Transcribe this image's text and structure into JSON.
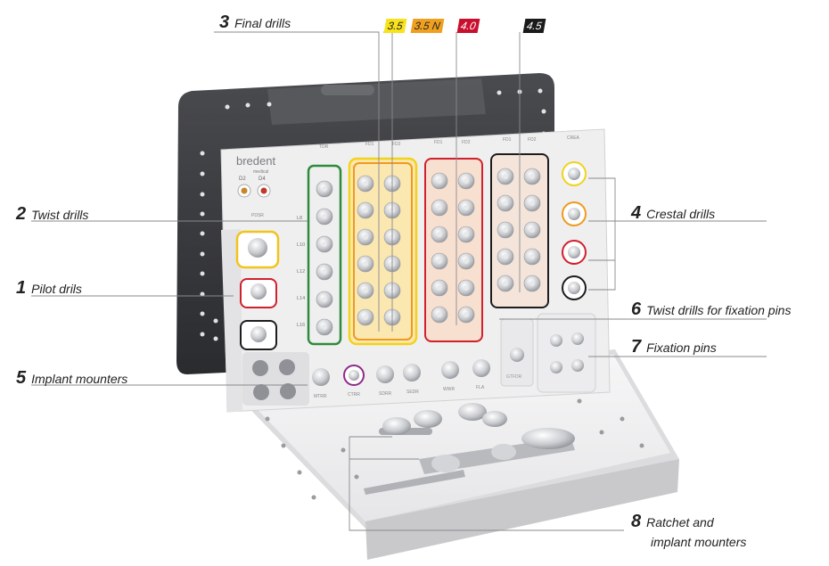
{
  "brand": "bredent",
  "brand_sub": "medical",
  "callouts": [
    {
      "num": "1",
      "label": "Pilot drils"
    },
    {
      "num": "2",
      "label": "Twist drills"
    },
    {
      "num": "3",
      "label": "Final drills"
    },
    {
      "num": "4",
      "label": "Crestal drills"
    },
    {
      "num": "5",
      "label": "Implant mounters"
    },
    {
      "num": "6",
      "label": "Twist drills for fixation pins"
    },
    {
      "num": "7",
      "label": "Fixation pins"
    },
    {
      "num": "8",
      "label": "Ratchet and"
    },
    {
      "num": "",
      "label": "implant mounters"
    }
  ],
  "sizes": [
    {
      "label": "3.5",
      "bg": "#f7e21b",
      "fg": "#222222"
    },
    {
      "label": "3.5 N",
      "bg": "#f0a021",
      "fg": "#222222"
    },
    {
      "label": "4.0",
      "bg": "#c8102e",
      "fg": "#ffffff"
    },
    {
      "label": "4.5",
      "bg": "#1a1a1a",
      "fg": "#ffffff"
    }
  ],
  "tray_labels": {
    "twist_rows": [
      "L8",
      "L10",
      "L12",
      "L14",
      "L16"
    ],
    "top_heads": [
      "TDR",
      "FD1",
      "FD2",
      "FD1",
      "FD2",
      "FD1",
      "FD2",
      "CREA"
    ],
    "mounter_labels": [
      "MTRR",
      "CTRR",
      "SDRR",
      "SEDR",
      "WWR",
      "FLA"
    ],
    "pilot_label": "PDSR",
    "fix_label": "GTFDR",
    "small_marks": [
      "D2",
      "D4"
    ]
  },
  "colors": {
    "case_dark": "#3a3b3e",
    "tray": "#f1f1f2",
    "green": "#2e8b3a",
    "yellow": "#f2d21b",
    "orange": "#ef9a1f",
    "red": "#d0202e",
    "black": "#1d1d1d"
  }
}
